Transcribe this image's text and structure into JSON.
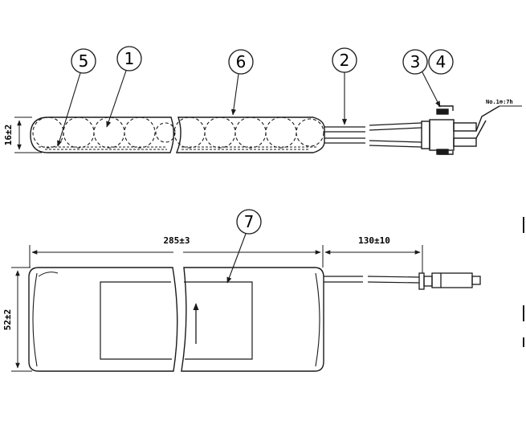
{
  "callouts": {
    "c1": "1",
    "c2": "2",
    "c3": "3",
    "c4": "4",
    "c5": "5",
    "c6": "6",
    "c7": "7"
  },
  "dimensions": {
    "side_thickness": "16±2",
    "pack_length": "285±3",
    "lead_length": "130±10",
    "pack_width": "52±2"
  },
  "connector_note": "No.1⊕:7h",
  "colors": {
    "ink": "#1a1a1a",
    "background": "#ffffff"
  }
}
